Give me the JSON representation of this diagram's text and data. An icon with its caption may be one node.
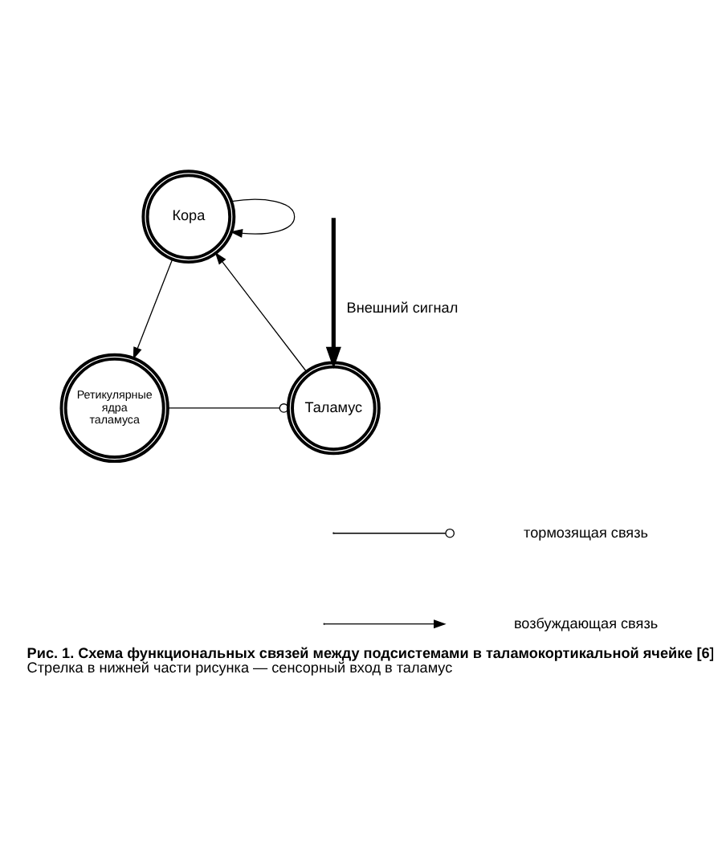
{
  "diagram": {
    "title": "Рис. 1. Схема функциональных связей между подсистемами в таламокортикальной ячейке [6]",
    "caption": "Стрелка в нижней части рисунка — сенсорный вход в таламус",
    "nodes": [
      {
        "text": [
          "Кора"
        ]
      },
      {
        "text": [
          "Таламус"
        ]
      },
      {
        "text": [
          "Ретикулярные ядра таламуса"
        ]
      }
    ],
    "edges": [
      {
        "from": 0,
        "to": 0,
        "arrow": "to"
      },
      {
        "from": 1,
        "to": 0,
        "arrow": "to"
      },
      {
        "from": 0,
        "to": 2,
        "arrow": "to"
      },
      {
        "from": 2,
        "to": 1,
        "arrow": "other"
      },
      {
        "from": null,
        "to": 1,
        "arrow": "to",
        "label": "Внешний сигнал",
        "style": "thick"
      }
    ],
    "legend": [
      {
        "text": "тормозящая связь"
      },
      {
        "text": "возбуждающая связь"
      }
    ]
  }
}
